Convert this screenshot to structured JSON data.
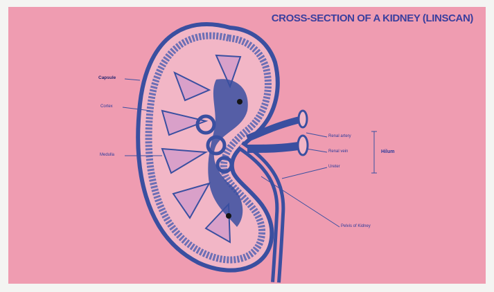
{
  "title": "CROSS-SECTION OF A KIDNEY (LINSCAN)",
  "labels": {
    "capsule": "Capsule",
    "cortex": "Cortex",
    "medulla": "Medulla",
    "renal_artery": "Renal artery",
    "renal_vein": "Renal vein",
    "ureter": "Ureter",
    "hilum": "Hilum",
    "pelvis": "Pelvis of Kidney"
  },
  "colors": {
    "background": "#ef9cb1",
    "ink": "#3a4fa0",
    "title": "#3a3f9e"
  }
}
